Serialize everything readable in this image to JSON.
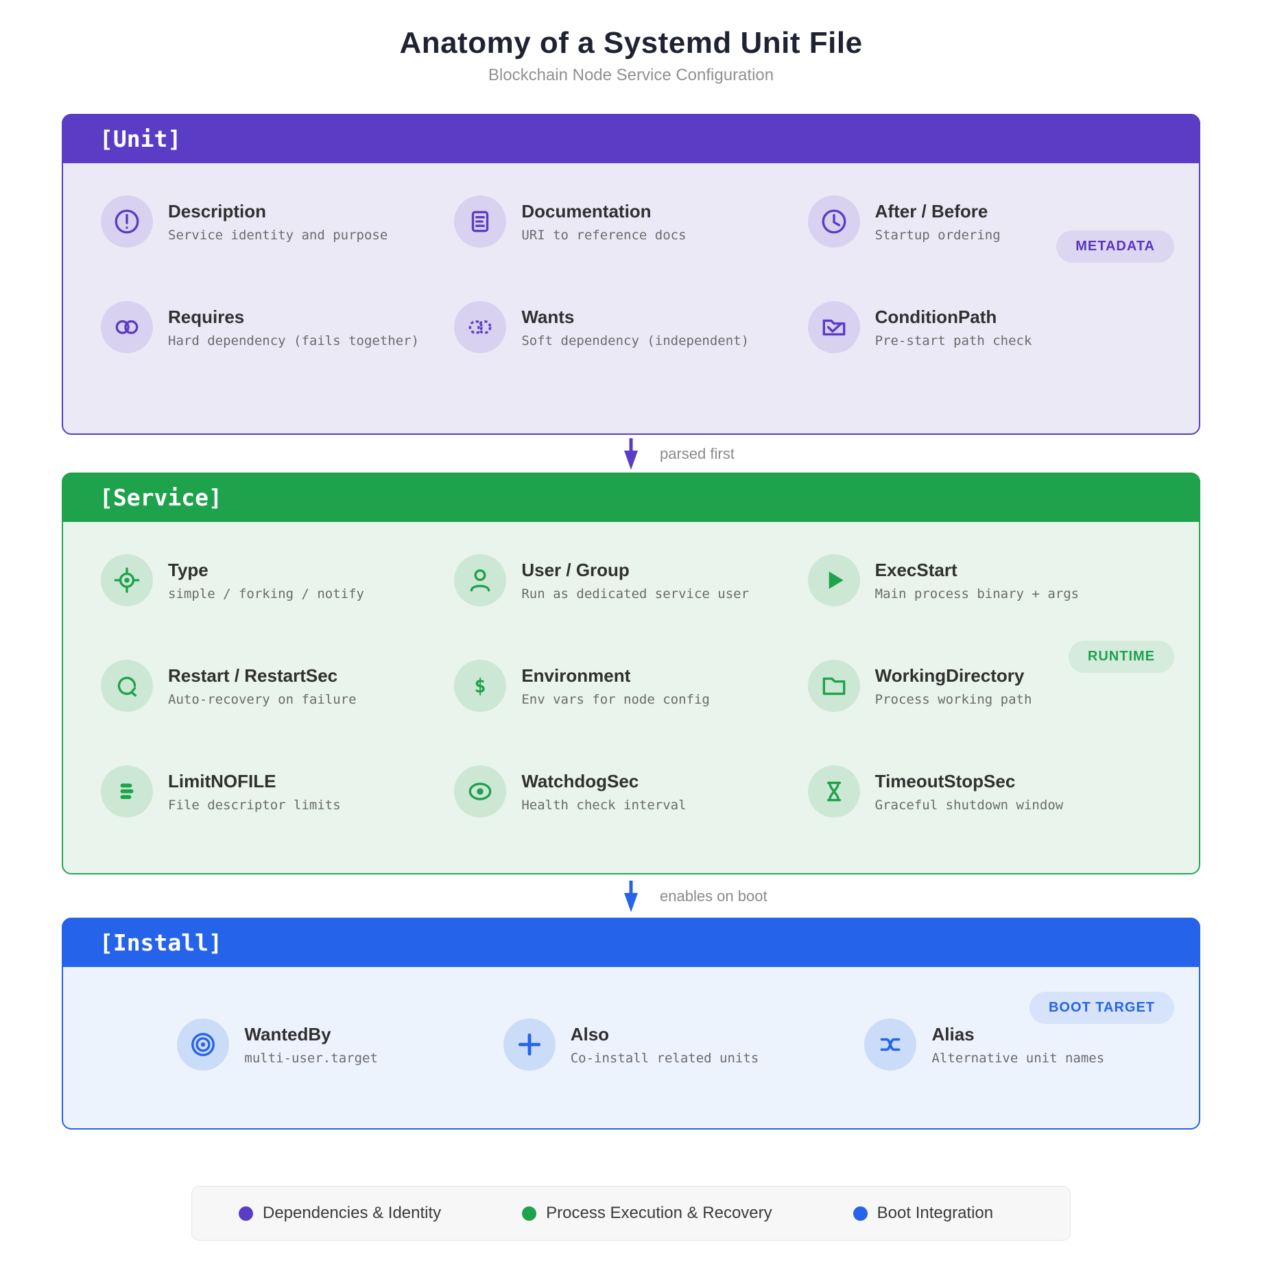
{
  "page": {
    "title": "Anatomy of a Systemd Unit File",
    "subtitle": "Blockchain Node Service Configuration"
  },
  "sections": [
    {
      "header": "[Unit]",
      "badge": "METADATA",
      "color": "#5B3CC4",
      "items": [
        {
          "icon": "info-icon",
          "title": "Description",
          "desc": "Service identity and purpose"
        },
        {
          "icon": "document-icon",
          "title": "Documentation",
          "desc": "URI to reference docs"
        },
        {
          "icon": "clock-icon",
          "title": "After / Before",
          "desc": "Startup ordering"
        },
        {
          "icon": "linked-rings-icon",
          "title": "Requires",
          "desc": "Hard dependency (fails together)"
        },
        {
          "icon": "dashed-rings-icon",
          "title": "Wants",
          "desc": "Soft dependency (independent)"
        },
        {
          "icon": "folder-check-icon",
          "title": "ConditionPath",
          "desc": "Pre-start path check"
        }
      ]
    },
    {
      "header": "[Service]",
      "badge": "RUNTIME",
      "color": "#1EA24C",
      "items": [
        {
          "icon": "crosshair-icon",
          "title": "Type",
          "desc": "simple / forking / notify"
        },
        {
          "icon": "user-icon",
          "title": "User / Group",
          "desc": "Run as dedicated service user"
        },
        {
          "icon": "play-icon",
          "title": "ExecStart",
          "desc": "Main process binary + args"
        },
        {
          "icon": "restart-icon",
          "title": "Restart / RestartSec",
          "desc": "Auto-recovery on failure"
        },
        {
          "icon": "dollar-icon",
          "title": "Environment",
          "desc": "Env vars for node config"
        },
        {
          "icon": "folder-icon",
          "title": "WorkingDirectory",
          "desc": "Process working path"
        },
        {
          "icon": "lines-icon",
          "title": "LimitNOFILE",
          "desc": "File descriptor limits"
        },
        {
          "icon": "eye-icon",
          "title": "WatchdogSec",
          "desc": "Health check interval"
        },
        {
          "icon": "hourglass-icon",
          "title": "TimeoutStopSec",
          "desc": "Graceful shutdown window"
        }
      ]
    },
    {
      "header": "[Install]",
      "badge": "BOOT TARGET",
      "color": "#2563EB",
      "items": [
        {
          "icon": "bullseye-icon",
          "title": "WantedBy",
          "desc": "multi-user.target"
        },
        {
          "icon": "plus-icon",
          "title": "Also",
          "desc": "Co-install related units"
        },
        {
          "icon": "swap-icon",
          "title": "Alias",
          "desc": "Alternative unit names"
        }
      ]
    }
  ],
  "arrows": [
    {
      "label": "parsed first",
      "color": "#5B3CC4"
    },
    {
      "label": "enables on boot",
      "color": "#2563EB"
    }
  ],
  "legend": {
    "items": [
      {
        "label": "Dependencies & Identity",
        "color": "#5B3CC4"
      },
      {
        "label": "Process Execution & Recovery",
        "color": "#1EA24C"
      },
      {
        "label": "Boot Integration",
        "color": "#2563EB"
      }
    ]
  }
}
